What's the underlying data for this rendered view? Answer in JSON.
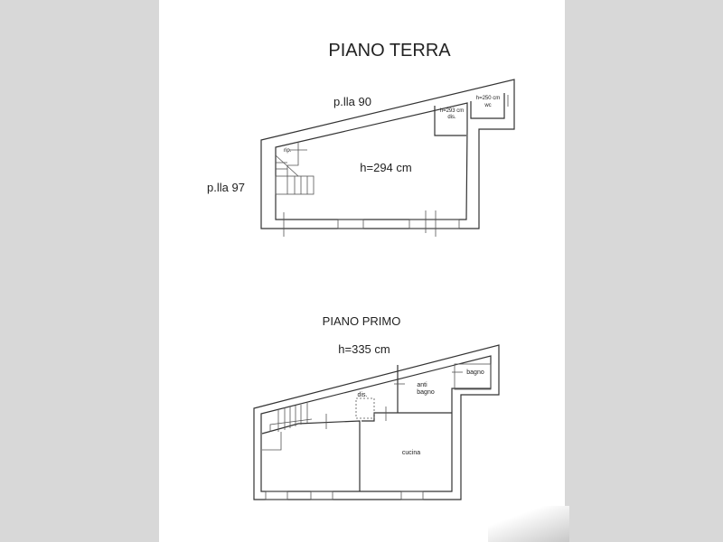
{
  "ground_floor": {
    "title": "PIANO TERRA",
    "parcel_top": "p.lla 90",
    "parcel_left": "p.lla 97",
    "main_height": "h=294 cm",
    "landing": "rip.",
    "dis_height": "h=293 cm",
    "dis": "dis.",
    "wc_height": "h=250 cm",
    "wc": "wc"
  },
  "first_floor": {
    "title": "PIANO PRIMO",
    "height": "h=335 cm",
    "dis": "dis.",
    "anti_bagno_1": "anti",
    "anti_bagno_2": "bagno",
    "bagno": "bagno",
    "cucina": "cucina"
  }
}
